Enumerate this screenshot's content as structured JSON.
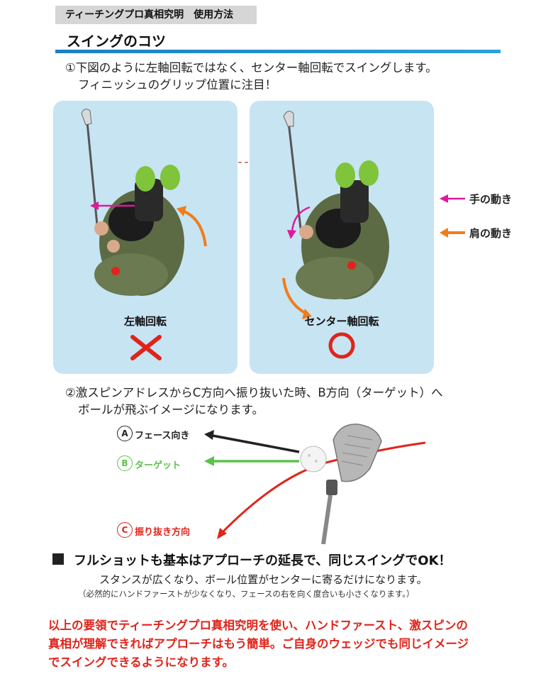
{
  "header": {
    "tab_label": "ティーチングプロ真相究明　使用方法",
    "section_title": "スイングのコツ"
  },
  "step1": {
    "line1": "①下図のように左軸回転ではなく、センター軸回転でスイングします。",
    "line2": "フィニッシュのグリップ位置に注目！"
  },
  "panels": {
    "left_caption": "左軸回転",
    "right_caption": "センター軸回転"
  },
  "legend": {
    "hand": "手の動き",
    "shoulder": "肩の動き"
  },
  "step2": {
    "line1": "②激スピンアドレスからC方向へ振り抜いた時、B方向（ターゲット）へ",
    "line2": "ボールが飛ぶイメージになります。"
  },
  "directions": {
    "a_letter": "A",
    "a_label": "フェース向き",
    "b_letter": "B",
    "b_label": "ターゲット",
    "c_letter": "C",
    "c_label": "振り抜き方向"
  },
  "fullshot": {
    "heading": "フルショットも基本はアプローチの延長で、同じスイングでOK！",
    "body": "スタンスが広くなり、ボール位置がセンターに寄るだけになります。",
    "note": "（必然的にハンドファーストが少なくなり、フェースの右を向く度合いも小さくなります。）"
  },
  "summary": {
    "line1": "以上の要領でティーチングプロ真相究明を使い、ハンドファースト、激スピンの",
    "line2": "真相が理解できればアプローチはもう簡単。ご自身のウェッジでも同じイメージ",
    "line3": "でスイングできるようになります。"
  },
  "colors": {
    "hand_arrow": "#e0199b",
    "shoulder_arrow": "#f07d1a",
    "panel_bg": "#c7e4f3",
    "accent_blue": "#1b7fc4",
    "red": "#e0241b",
    "b_green": "#5cc24a"
  }
}
